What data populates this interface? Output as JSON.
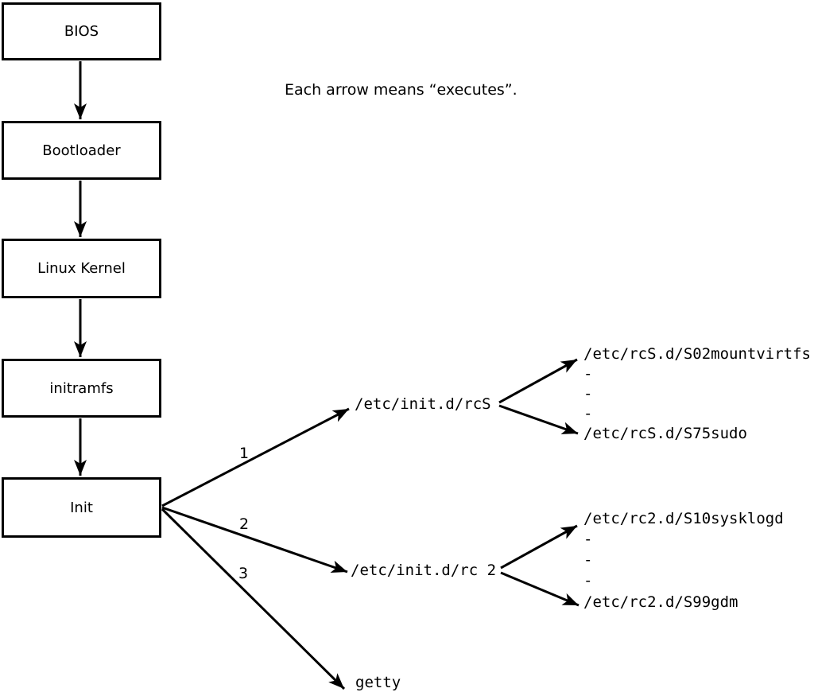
{
  "note": "Each arrow means “executes”.",
  "flow_boxes": [
    {
      "id": "bios",
      "label": "BIOS"
    },
    {
      "id": "bootloader",
      "label": "Bootloader"
    },
    {
      "id": "linux-kernel",
      "label": "Linux Kernel"
    },
    {
      "id": "initramfs",
      "label": "initramfs"
    },
    {
      "id": "init",
      "label": "Init"
    }
  ],
  "arrow_labels": [
    "1",
    "2",
    "3"
  ],
  "targets": {
    "rcS": "/etc/init.d/rcS",
    "rc2": "/etc/init.d/rc 2",
    "getty": "getty"
  },
  "rcS_children": [
    "/etc/rcS.d/S02mountvirtfs",
    "-",
    "-",
    "-",
    "/etc/rcS.d/S75sudo"
  ],
  "rc2_children": [
    "/etc/rc2.d/S10sysklogd",
    "-",
    "-",
    "-",
    "/etc/rc2.d/S99gdm"
  ],
  "colors": {
    "foreground": "#000000",
    "background": "#ffffff"
  }
}
